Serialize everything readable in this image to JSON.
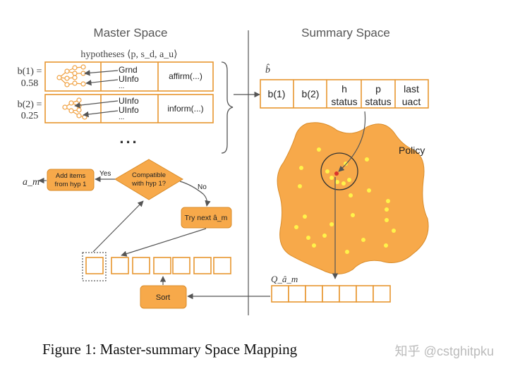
{
  "headings": {
    "master": "Master Space",
    "summary": "Summary Space"
  },
  "master": {
    "hypotheses_label": "hypotheses ⟨p, s_d, a_u⟩",
    "rows": [
      {
        "b_label": "b(1) =",
        "b_value": "0.58",
        "lines": [
          "Grnd",
          "UInfo",
          "..."
        ],
        "act": "affirm(...)"
      },
      {
        "b_label": "b(2) =",
        "b_value": "0.25",
        "lines": [
          "UInfo",
          "UInfo",
          "..."
        ],
        "act": "inform(...)"
      }
    ],
    "ellipsis": "...",
    "a_m": "a_m",
    "add_items": [
      "Add items",
      "from hyp 1"
    ],
    "yes": "Yes",
    "compatible": [
      "Compatible",
      "with hyp 1?"
    ],
    "no": "No",
    "try_next": "Try next â_m",
    "sort": "Sort"
  },
  "summary": {
    "b_hat": "b̂",
    "cells": [
      [
        "b(1)"
      ],
      [
        "b(2)"
      ],
      [
        "h",
        "status"
      ],
      [
        "p",
        "status"
      ],
      [
        "last",
        "uact"
      ]
    ],
    "policy": "Policy",
    "q_label": "Q_â_m"
  },
  "caption": "Figure 1: Master-summary Space Mapping",
  "watermark": "知乎 @cstghitpku",
  "colors": {
    "orange": "#f7a94a",
    "orange_stroke": "#e8962f",
    "yellow_dot": "#fff34a",
    "red_dot": "#d9342b"
  }
}
